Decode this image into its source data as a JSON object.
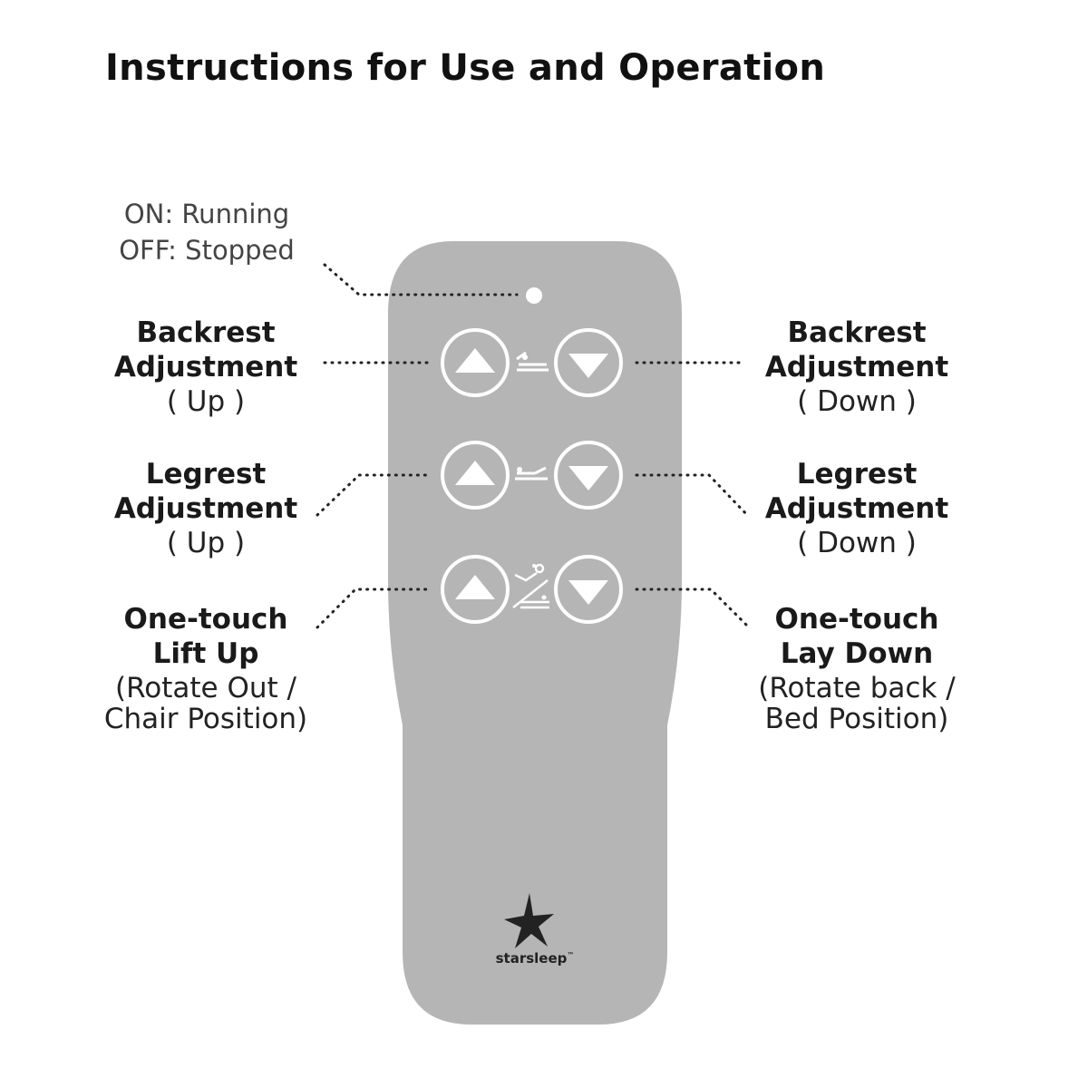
{
  "title": "Instructions for Use and Operation",
  "indicator": {
    "on_text": "ON: Running",
    "off_text": "OFF: Stopped"
  },
  "labels": {
    "backrest_up": {
      "title_line1": "Backrest",
      "title_line2": "Adjustment",
      "sub": "( Up )"
    },
    "backrest_down": {
      "title_line1": "Backrest",
      "title_line2": "Adjustment",
      "sub": "( Down )"
    },
    "legrest_up": {
      "title_line1": "Legrest",
      "title_line2": "Adjustment",
      "sub": "( Up )"
    },
    "legrest_down": {
      "title_line1": "Legrest",
      "title_line2": "Adjustment",
      "sub": "( Down )"
    },
    "lift_up": {
      "title_line1": "One-touch",
      "title_line2": "Lift Up",
      "sub_line1": "(Rotate Out /",
      "sub_line2": "Chair Position)"
    },
    "lay_down": {
      "title_line1": "One-touch",
      "title_line2": "Lay Down",
      "sub_line1": "(Rotate back /",
      "sub_line2": "Bed Position)"
    }
  },
  "brand": {
    "name": "starsleep",
    "tm": "™"
  },
  "icons": {
    "up": "triangle-up-icon",
    "down": "triangle-down-icon",
    "backrest": "backrest-bed-icon",
    "legrest": "legrest-bed-icon",
    "lift": "lift-chair-bed-icon",
    "logo": "star-logo-icon"
  },
  "colors": {
    "remote_body": "#b5b5b5",
    "button_ring": "#ffffff",
    "text": "#1a1a1a"
  }
}
